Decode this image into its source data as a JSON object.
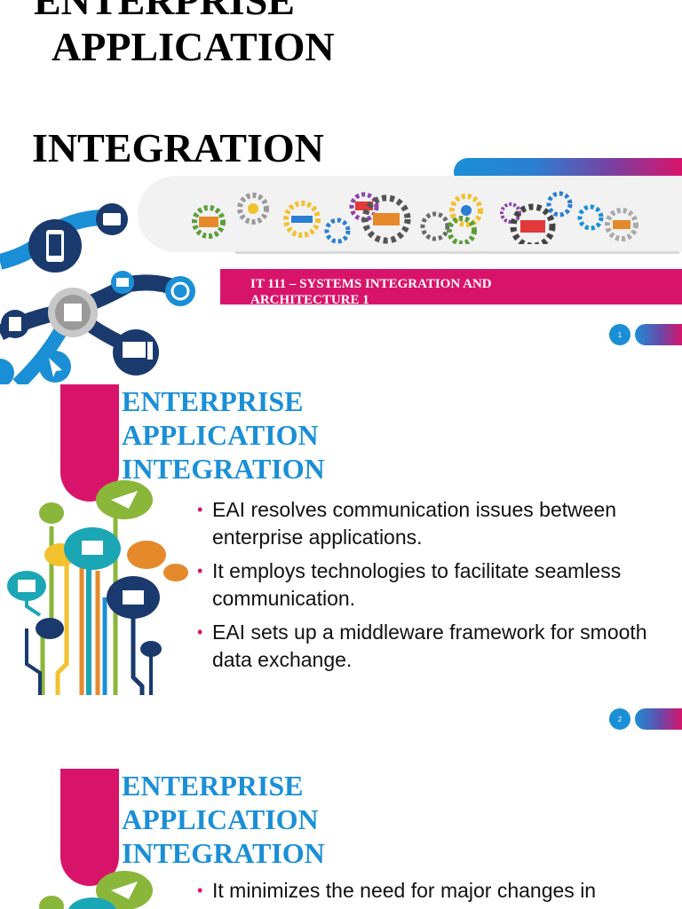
{
  "slide1": {
    "title_line1": "ENTERPRISE",
    "title_line2": "APPLICATION",
    "title_line3": "INTEGRATION",
    "subtitle_line1": "IT 111 – SYSTEMS INTEGRATION AND",
    "subtitle_line2": "ARCHITECTURE 1",
    "page_number": "1"
  },
  "slide2": {
    "title_line1": "ENTERPRISE",
    "title_line2": "APPLICATION",
    "title_line3": "INTEGRATION",
    "bullets": [
      "EAI resolves communication issues between enterprise applications.",
      "It employs technologies to facilitate seamless communication.",
      "EAI sets up a middleware framework for smooth data exchange."
    ],
    "page_number": "2"
  },
  "slide3": {
    "title_line1": "ENTERPRISE",
    "title_line2": "APPLICATION",
    "title_line3": "INTEGRATION",
    "bullets": [
      "It minimizes the need for major changes in"
    ]
  },
  "colors": {
    "accent_pink": "#d8146a",
    "accent_blue": "#1a8fd6"
  }
}
